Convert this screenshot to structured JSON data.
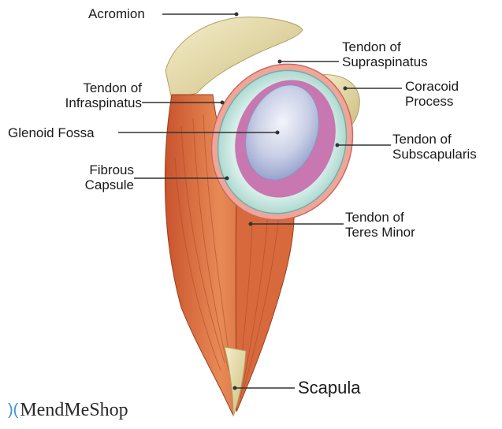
{
  "labels": {
    "acromion": "Acromion",
    "supraspinatus_1": "Tendon of",
    "supraspinatus_2": "Supraspinatus",
    "infraspinatus_1": "Tendon of",
    "infraspinatus_2": "Infraspinatus",
    "coracoid_1": "Coracoid",
    "coracoid_2": "Process",
    "glenoid": "Glenoid Fossa",
    "subscapularis_1": "Tendon of",
    "subscapularis_2": "Subscapularis",
    "fibrous_1": "Fibrous",
    "fibrous_2": "Capsule",
    "teres_1": "Tendon of",
    "teres_2": "Teres Minor",
    "scapula": "Scapula"
  },
  "brand": {
    "mark": ")(",
    "name": "MendMeShop"
  },
  "colors": {
    "bone": "#e9e1b4",
    "bone_shadow": "#c9b97a",
    "muscle": "#e07a4a",
    "muscle_dark": "#b64a28",
    "tendon": "#ee9a8f",
    "capsule": "#bfe3dc",
    "cartilage": "#c8559e",
    "fossa": "#dfe4f2",
    "leader": "#333333"
  }
}
